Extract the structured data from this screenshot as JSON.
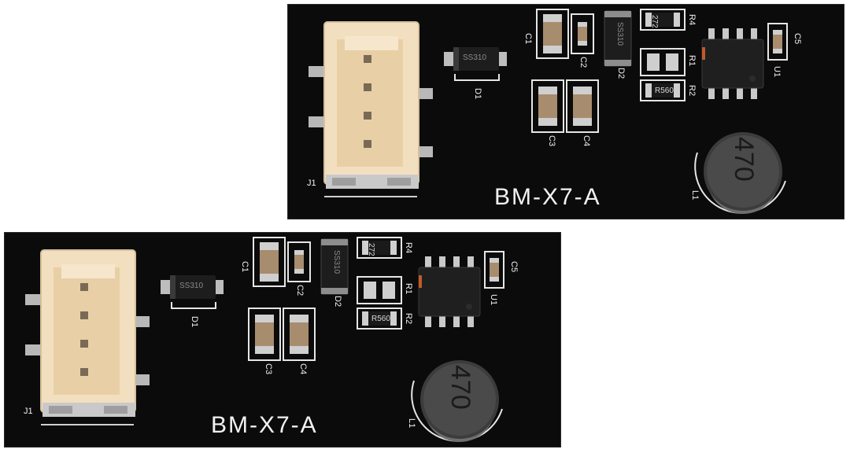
{
  "boards": [
    {
      "model": "BM-X7-A",
      "labels": {
        "j1": "J1",
        "d1": "D1",
        "d2": "D2",
        "c1": "C1",
        "c2": "C2",
        "c3": "C3",
        "c4": "C4",
        "c5": "C5",
        "r1": "R1",
        "r2": "R2",
        "r4": "R4",
        "u1": "U1",
        "l1": "L1"
      },
      "markings": {
        "d1": "SS310",
        "d2": "SS310",
        "r4": "272",
        "r2": "R560",
        "inductor": "470"
      }
    },
    {
      "model": "BM-X7-A",
      "labels": {
        "j1": "J1",
        "d1": "D1",
        "d2": "D2",
        "c1": "C1",
        "c2": "C2",
        "c3": "C3",
        "c4": "C4",
        "c5": "C5",
        "r1": "R1",
        "r2": "R2",
        "r4": "R4",
        "u1": "U1",
        "l1": "L1"
      },
      "markings": {
        "d1": "SS310",
        "d2": "SS310",
        "r4": "272",
        "r2": "R560",
        "inductor": "470"
      }
    }
  ]
}
